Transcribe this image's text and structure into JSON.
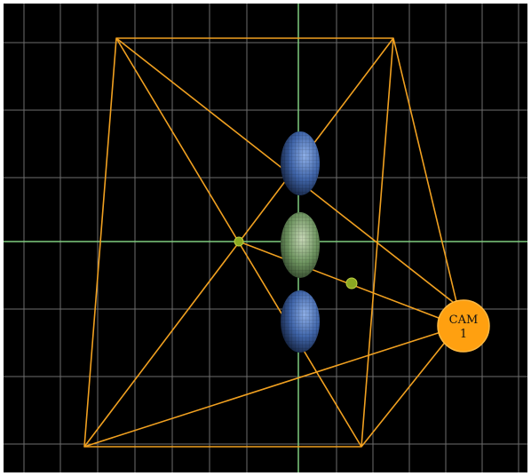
{
  "viewport": {
    "background": "#000000",
    "grid_color": "#6e6e6e",
    "axis_color": "#7fcc7f",
    "frustum_color": "#f0a020"
  },
  "camera": {
    "label_line1": "CAM",
    "label_line2": "1",
    "color": "#ffa010"
  },
  "objects": [
    {
      "name": "top-blue-ellipsoid",
      "color": "#3a5fa0"
    },
    {
      "name": "middle-green-ellipsoid",
      "color": "#6a9a5a"
    },
    {
      "name": "bottom-blue-ellipsoid",
      "color": "#3a5fa0"
    }
  ]
}
